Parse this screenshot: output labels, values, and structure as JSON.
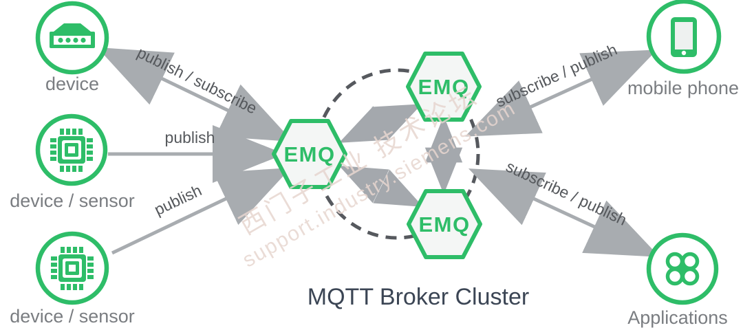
{
  "title": "MQTT Broker Cluster",
  "colors": {
    "brand_green": "#2ebd68",
    "hex_fill": "#f4f6f5",
    "arrow_gray": "#a8acb0",
    "cluster_ring_gray": "#56595e",
    "node_label_gray": "#7a7d81",
    "edge_label_gray": "#55585c",
    "title_color": "#3b4554",
    "watermark_color": "#e7d6d0"
  },
  "brokers": [
    {
      "id": "emq-left",
      "label": "EMQ"
    },
    {
      "id": "emq-top",
      "label": "EMQ"
    },
    {
      "id": "emq-bottom",
      "label": "EMQ"
    }
  ],
  "nodes": {
    "device": {
      "label": "device",
      "icon": "router-device-icon"
    },
    "sensor1": {
      "label": "device / sensor",
      "icon": "chip-icon"
    },
    "sensor2": {
      "label": "device / sensor",
      "icon": "chip-icon"
    },
    "mobile": {
      "label": "mobile phone",
      "icon": "smartphone-icon"
    },
    "applications": {
      "label": "Applications",
      "icon": "clover-apps-icon"
    }
  },
  "edges": [
    {
      "from": "device",
      "to": "emq-left",
      "label": "publish / subscribe",
      "direction": "bidirectional",
      "style": "solid"
    },
    {
      "from": "sensor1",
      "to": "emq-left",
      "label": "publish",
      "direction": "to-broker",
      "style": "solid"
    },
    {
      "from": "sensor2",
      "to": "emq-left",
      "label": "publish",
      "direction": "to-broker",
      "style": "solid"
    },
    {
      "from": "mobile",
      "to": "emq-top",
      "label": "subscribe / publish",
      "direction": "bidirectional",
      "style": "solid"
    },
    {
      "from": "applications",
      "to": "emq-bottom",
      "label": "subscribe / publish",
      "direction": "bidirectional",
      "style": "solid"
    },
    {
      "from": "emq-left",
      "to": "emq-top",
      "label": "",
      "direction": "bidirectional",
      "style": "dashed"
    },
    {
      "from": "emq-left",
      "to": "emq-bottom",
      "label": "",
      "direction": "bidirectional",
      "style": "dashed"
    },
    {
      "from": "emq-top",
      "to": "emq-bottom",
      "label": "",
      "direction": "bidirectional",
      "style": "dashed"
    }
  ],
  "watermark": {
    "line1": "西门子工业 技术论坛",
    "line2": "support.industry.siemens.com"
  }
}
